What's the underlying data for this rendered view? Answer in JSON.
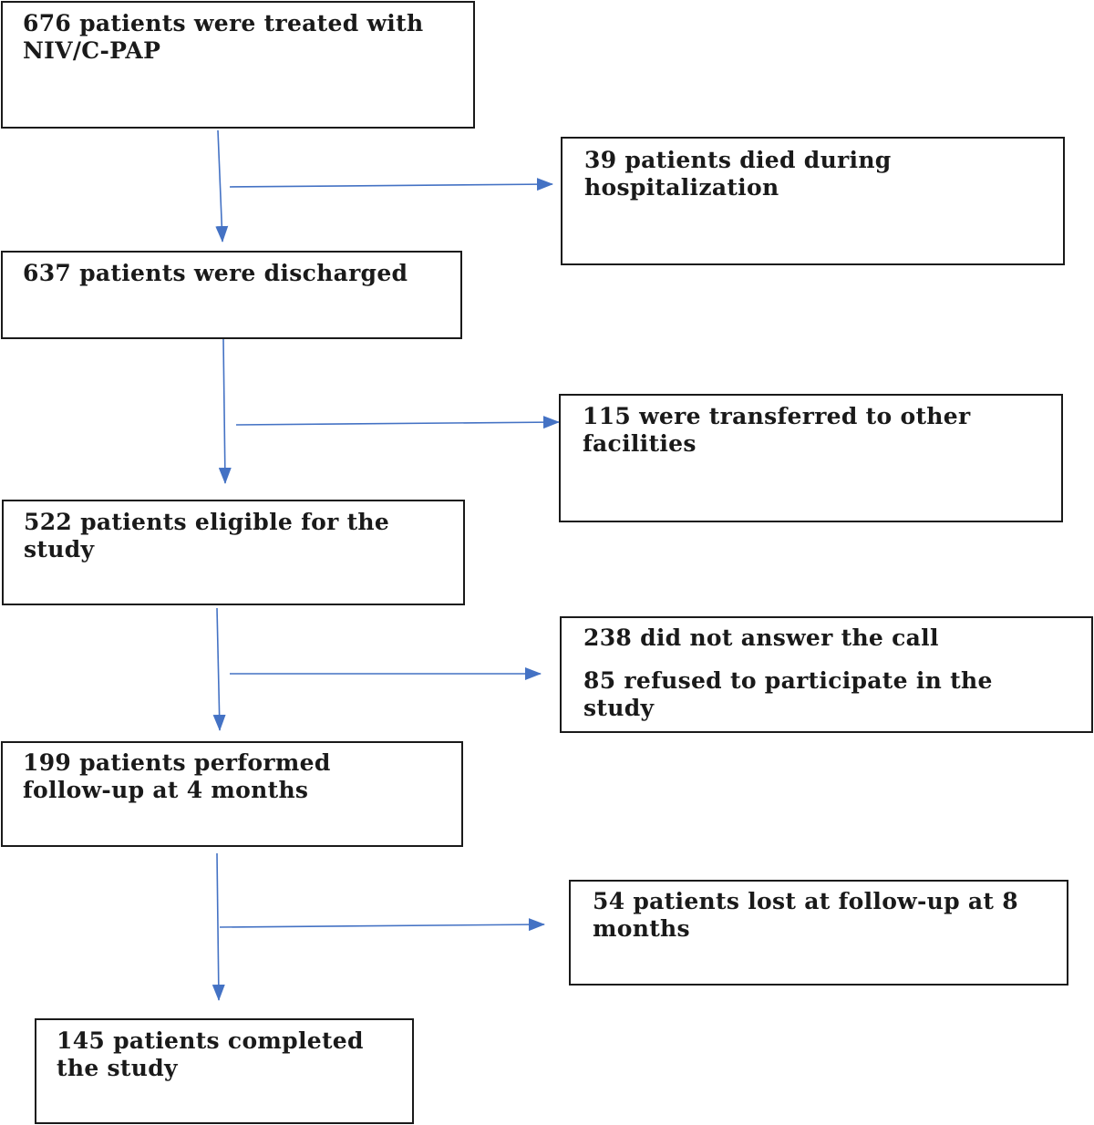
{
  "flow": {
    "treated": "676 patients were treated with\nNIV/C-PAP",
    "died": "39 patients died during\nhospitalization",
    "discharged": "637 patients were discharged",
    "transferred": "115 were transferred to other\nfacilities",
    "eligible": "522 patients eligible for the\nstudy",
    "no_answer": "238 did not answer the call",
    "refused": "85 refused to participate in the\nstudy",
    "followup_4": "199 patients performed\nfollow-up at 4 months",
    "lost_8": "54 patients lost at follow-up at 8\nmonths",
    "completed": "145 patients completed\nthe study"
  },
  "colors": {
    "arrow": "#4472c4",
    "border": "#1a1a1a"
  }
}
